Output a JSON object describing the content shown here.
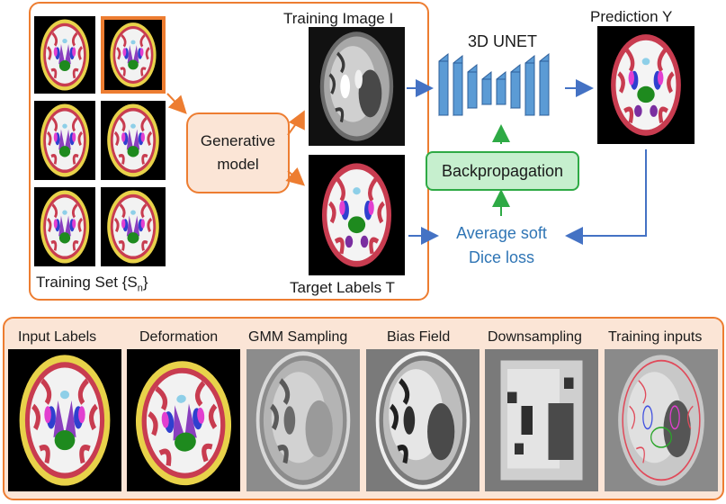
{
  "top": {
    "training_image_label": "Training Image I",
    "target_labels_label": "Target Labels T",
    "training_set_label": "Training Set {S",
    "training_set_sub": "n",
    "training_set_close": "}",
    "generative_model_line1": "Generative",
    "generative_model_line2": "model",
    "unet_label": "3D UNET",
    "prediction_label": "Prediction Y",
    "backprop_label": "Backpropagation",
    "loss_line1": "Average soft",
    "loss_line2": "Dice loss"
  },
  "bottom": {
    "titles": [
      "Input Labels",
      "Deformation",
      "GMM Sampling",
      "Bias Field",
      "Downsampling",
      "Training inputs"
    ]
  },
  "colors": {
    "orange_border": "#ed7d31",
    "orange_fill": "#fbe5d6",
    "green_border": "#2eaa45",
    "green_fill": "#c6efce",
    "blue_arrow": "#4472c4",
    "loss_text": "#2f75b5",
    "unet_block": "#5b9bd5"
  }
}
